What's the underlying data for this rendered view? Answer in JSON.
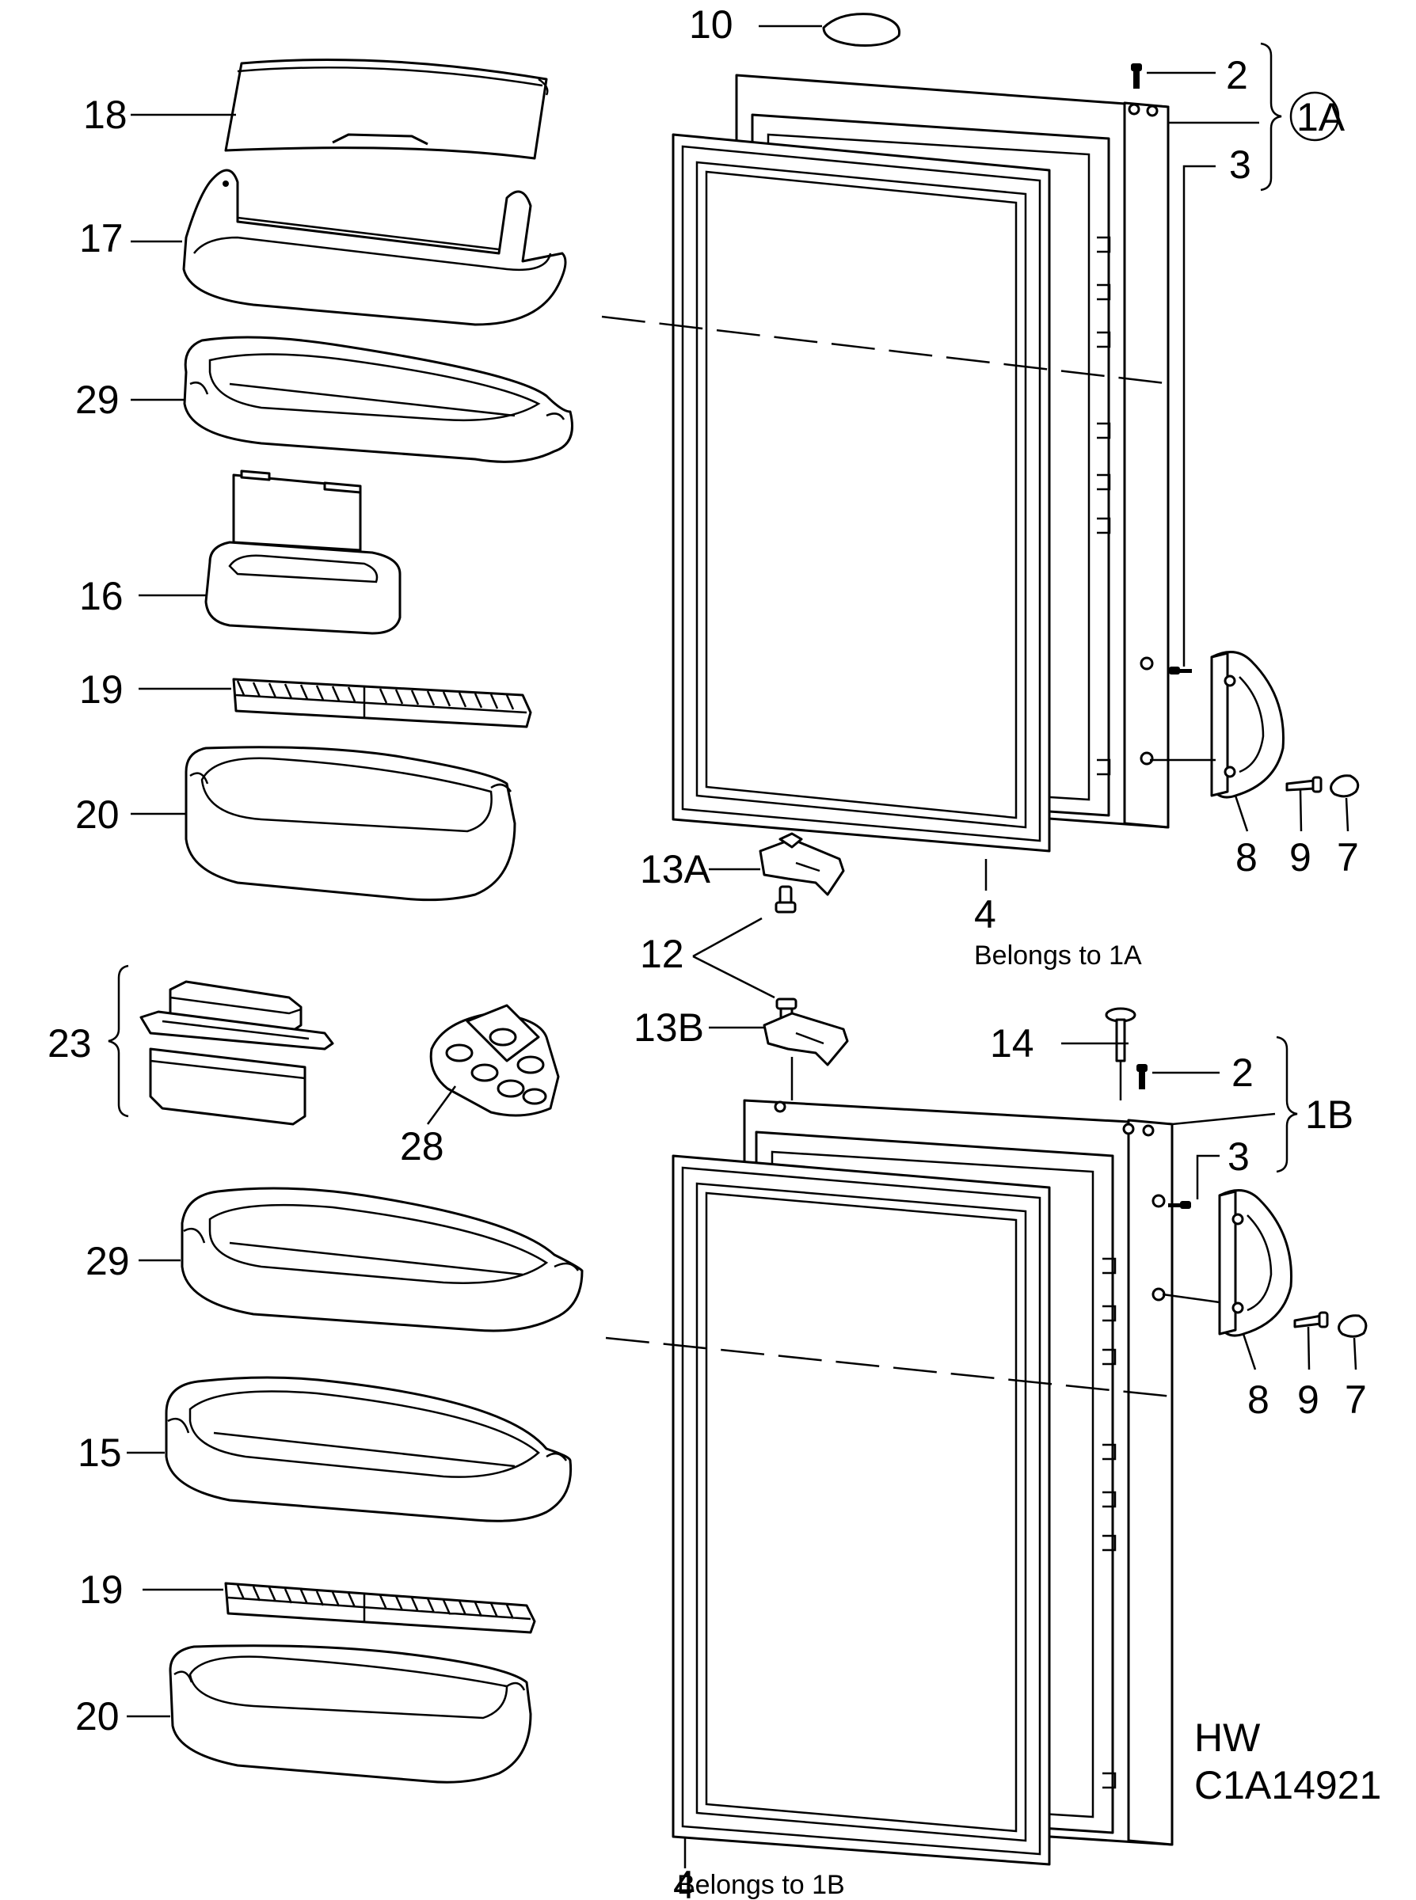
{
  "labels": {
    "p10": "10",
    "p2_top": "2",
    "p1A": "1A",
    "p3_top": "3",
    "p18": "18",
    "p17": "17",
    "p29_top": "29",
    "p16": "16",
    "p19_top": "19",
    "p20_top": "20",
    "p8_top": "8",
    "p9_top": "9",
    "p7_top": "7",
    "p13A": "13A",
    "p4_top": "4",
    "belongs_1A": "Belongs to 1A",
    "p12": "12",
    "p13B": "13B",
    "p23": "23",
    "p28": "28",
    "p14": "14",
    "p2_bot": "2",
    "p1B": "1B",
    "p3_bot": "3",
    "p29_bot": "29",
    "p15": "15",
    "p8_bot": "8",
    "p9_bot": "9",
    "p7_bot": "7",
    "p19_bot": "19",
    "p20_bot": "20",
    "p4_bot": "4",
    "belongs_1B": "Belongs to 1B",
    "hw": "HW",
    "code": "C1A14921"
  }
}
